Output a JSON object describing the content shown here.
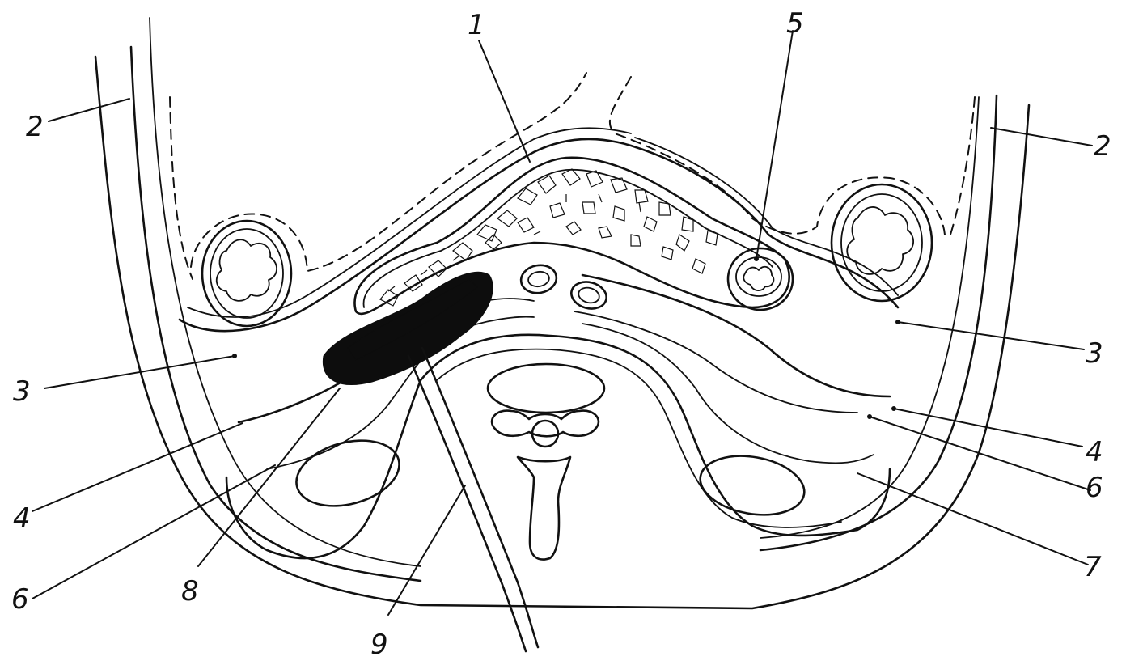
{
  "labels": {
    "l1": "1",
    "l2_left": "2",
    "l2_right": "2",
    "l3_left": "3",
    "l3_right": "3",
    "l4_left": "4",
    "l4_right": "4",
    "l5": "5",
    "l6_left": "6",
    "l6_right": "6",
    "l7": "7",
    "l8": "8",
    "l9": "9"
  }
}
